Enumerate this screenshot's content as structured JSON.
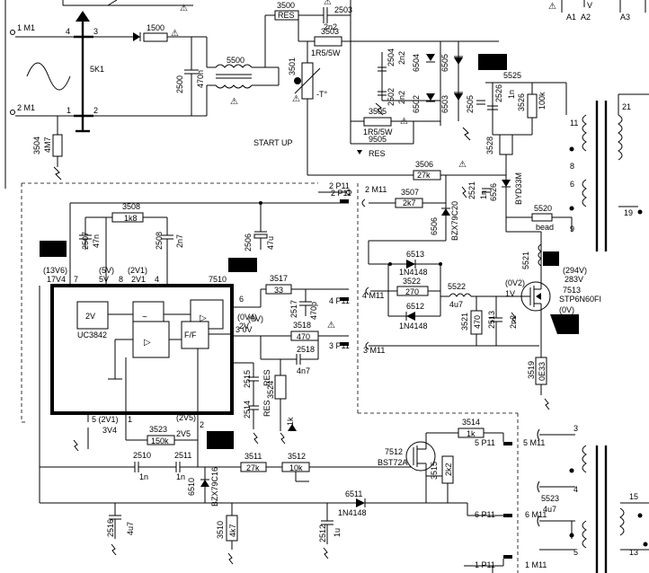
{
  "pins": {
    "m1_1": "1 M1",
    "m1_2": "2 M1",
    "p11_2": "2 P11",
    "m11_2": "2 M11",
    "p11_4": "4 P11",
    "m11_4": "4 M11",
    "p11_3": "3 P11",
    "m11_3": "3 M11",
    "p11_5": "5 P11",
    "m11_5": "5 M11",
    "p11_6": "6 P11",
    "m11_6": "6 M11",
    "p11_1": "1 P11",
    "m11_1": "1 M11"
  },
  "top_right": {
    "a1": "A1",
    "a2": "A2",
    "a3": "A3",
    "v": "V"
  },
  "labels": {
    "start_up": "START UP",
    "ic_name": "UC3842",
    "ic_ref": "7510"
  },
  "components": {
    "r3500": "3500",
    "r3500_val": "RES",
    "c2503": "2503",
    "c2503_val": "2n2",
    "r3503": "3503",
    "r3503_val": "1R5/5W",
    "r1500": "1500",
    "sk1": "5K1",
    "c2500": "2500",
    "c2500_val": "470n",
    "l5500": "5500",
    "r3501": "3501",
    "c2504": "2504",
    "c2504_val": "2n2",
    "d6504": "6504",
    "d6505": "6505",
    "c2502": "2502",
    "c2502_val": "2n2",
    "d6502": "6502",
    "d6503": "6503",
    "r3505": "3505",
    "r3505_val": "1R5/5W",
    "r9505": "9505",
    "r9505_val": "RES",
    "c2505": "2505",
    "c2526": "2526",
    "c2526_val": "1n",
    "r3526": "3526",
    "r3526_val": "100k",
    "r3528": "3528",
    "r3504": "3504",
    "r3504_val": "4M7",
    "r3506": "3506",
    "r3506_val": "27k",
    "r3507": "3507",
    "r3507_val": "2k7",
    "d6506": "6506",
    "d6506_val": "BZX79C20",
    "c2521": "2521",
    "c2521_val": "1n",
    "d6526": "6526",
    "d6526_val": "BYD33M",
    "l5520": "5520",
    "l5520_val": "bead",
    "r3508": "3508",
    "r3508_val": "1k8",
    "c2507": "2507",
    "c2507_val": "47n",
    "c2508": "2508",
    "c2508_val": "2n7",
    "c2506": "2506",
    "c2506_val": "47u",
    "r3517": "3517",
    "r3517_val": "33",
    "c2517": "2517",
    "c2517_val": "470p",
    "d6513": "6513",
    "d6513_val": "1N4148",
    "r3522": "3522",
    "r3522_val": "270",
    "d6512": "6512",
    "d6512_val": "1N4148",
    "l5522": "5522",
    "l5522_val": "4u7",
    "r3521": "3521",
    "r3521_val": "470",
    "c2513": "2513",
    "c2513_val": "2n2",
    "l5521": "5521",
    "t7513": "7513",
    "t7513_val": "STP6N60FI",
    "r3518": "3518",
    "r3518_val": "470",
    "c2518": "2518",
    "c2518_val": "4n7",
    "r3519": "3519",
    "r3519_val": "0E33",
    "c2515": "2515",
    "c2515_val": "RES",
    "c2514": "2514",
    "c2514_val": "RES",
    "r3524": "3524",
    "r3524_val": "1k",
    "r3514": "3514",
    "r3514_val": "1k",
    "r3523": "3523",
    "r3523_val": "150k",
    "c2510": "2510",
    "c2510_val": "1n",
    "c2511": "2511",
    "c2511_val": "1n",
    "r3511": "3511",
    "r3511_val": "27k",
    "r3512": "3512",
    "r3512_val": "10k",
    "t7512": "7512",
    "t7512_val": "BST72A",
    "r3515": "3515",
    "r3515_val": "2k2",
    "d6510": "6510",
    "d6510_val": "BZX79C16",
    "d6511": "6511",
    "d6511_val": "1N4148",
    "l5523": "5523",
    "l5523_val": "4u7",
    "c2516": "2516",
    "c2516_val": "4u7",
    "r3510": "3510",
    "r3510_val": "4k7",
    "c2512": "2512",
    "c2512_val": "1u",
    "l5525": "5525"
  },
  "voltages": {
    "pin7_nom": "(13V6)",
    "pin7_val": "17V4",
    "pin7_num": "7",
    "pin8_nom": "(5V)",
    "pin8_val": "5V",
    "pin8_num": "8",
    "pin4_nom": "(2V1)",
    "pin4_val": "2V1",
    "pin4_num": "4",
    "pin6_num": "6",
    "pin6_nom": "(0V4)",
    "pin6_val": "2V",
    "pin3_nom": "(0V)",
    "pin3_val": "3  0V",
    "pin5_val": "5 (2V1)",
    "pin5_val2": "3V4",
    "pin1_num": "1",
    "pin2_nom": "(2V5)",
    "pin2_num": "2",
    "pin2_val": "2V5",
    "gate_nom": "(0V2)",
    "gate_val": "1V",
    "drain_nom": "(294V)",
    "drain_val": "283V",
    "src_nom": "(0V)",
    "src_val": "0V"
  },
  "transformer": {
    "w11": "11",
    "w8": "8",
    "w6": "6",
    "w9": "9",
    "w21": "21",
    "w19": "19",
    "w3": "3",
    "w4": "4",
    "w5": "5",
    "w15": "15",
    "w13": "13"
  },
  "switch_pins": {
    "p1": "1",
    "p2": "2",
    "p3": "3",
    "p4": "4"
  },
  "ic_blocks": {
    "ref": "2V",
    "osc": "~",
    "amp": "▷",
    "cmp": "▷",
    "latch": "F/F"
  }
}
